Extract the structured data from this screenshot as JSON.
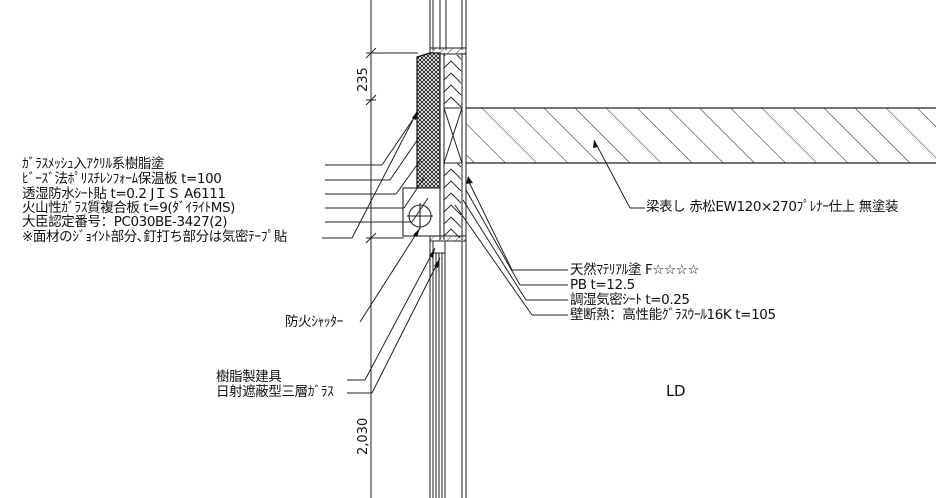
{
  "dimensions": {
    "upper": "235",
    "lower": "2,030"
  },
  "left_labels": [
    "ｶﾞﾗｽﾒｯｼｭ入ｱｸﾘﾙ系樹脂塗",
    "ﾋﾞｰｽﾞ法ﾎﾟﾘｽﾁﾚﾝﾌｫｰﾑ保温板 t=100",
    "透湿防水ｼｰﾄ貼 t=0.2 JＩＳ A6111",
    "火山性ｶﾞﾗｽ質複合板 t=9(ﾀﾞｲﾗｲﾄMS)",
    "大臣認定番号：PC030BE-3427(2)",
    "※面材のｼﾞｮｲﾝﾄ部分､釘打ち部分は気密ﾃｰﾌﾟ貼"
  ],
  "beam_label": "梁表し 赤松EW120×270ﾌﾟﾚﾅｰ仕上 無塗装",
  "right_labels": [
    "天然ﾏﾃﾘｱﾙ塗 F☆☆☆☆",
    "PB t=12.5",
    "調湿気密ｼｰﾄ t=0.25",
    "壁断熱：高性能ｸﾞﾗｽｳｰﾙ16K t=105"
  ],
  "shutter_label": "防火ｼｬｯﾀｰ",
  "window_labels": [
    "樹脂製建具",
    "日射遮蔽型三層ｶﾞﾗｽ"
  ],
  "room_label": "LD"
}
